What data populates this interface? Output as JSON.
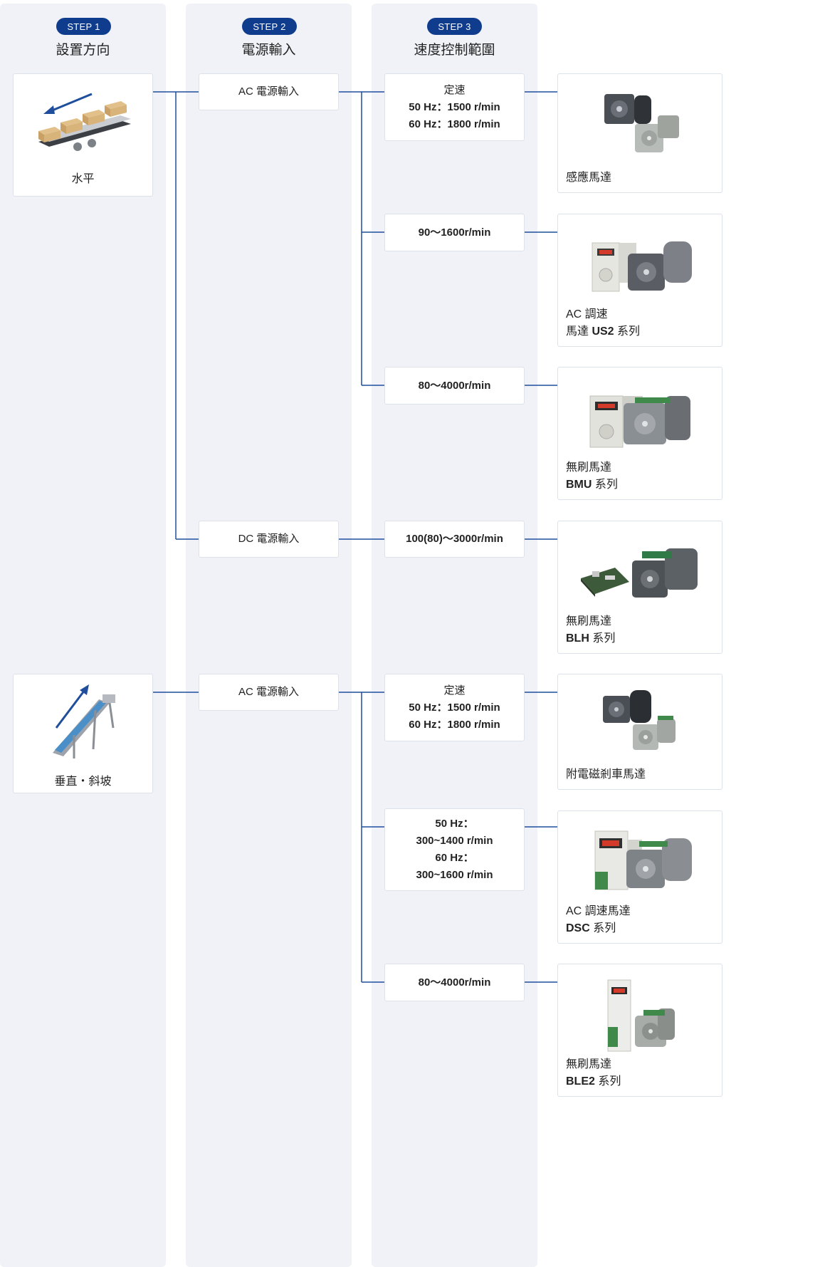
{
  "steps": [
    {
      "badge": "STEP 1",
      "title": "設置方向"
    },
    {
      "badge": "STEP 2",
      "title": "電源輸入"
    },
    {
      "badge": "STEP 3",
      "title": "速度控制範圍"
    }
  ],
  "directions": [
    {
      "label": "水平",
      "icon": "horizontal-conveyor-icon"
    },
    {
      "label": "垂直・斜坡",
      "icon": "incline-conveyor-icon"
    }
  ],
  "power": [
    {
      "label": "AC 電源輸入"
    },
    {
      "label": "DC 電源輸入"
    },
    {
      "label": "AC 電源輸入"
    }
  ],
  "speeds": [
    {
      "lines": [
        "定速",
        "50 Hz：1500 r/min",
        "60 Hz：1800 r/min"
      ]
    },
    {
      "lines": [
        "90～1600r/min"
      ]
    },
    {
      "lines": [
        "80～4000r/min"
      ]
    },
    {
      "lines": [
        "100(80)～3000r/min"
      ]
    },
    {
      "lines": [
        "定速",
        "50 Hz：1500 r/min",
        "60 Hz：1800 r/min"
      ]
    },
    {
      "lines": [
        "50 Hz：",
        "300~1400 r/min",
        "60 Hz：",
        "300~1600 r/min"
      ]
    },
    {
      "lines": [
        "80～4000r/min"
      ]
    }
  ],
  "products": [
    {
      "line1": "感應馬達",
      "line2_bold": "",
      "line2_rest": "",
      "image": "induction-motor-image"
    },
    {
      "line1": "AC 調速",
      "line2_pre": "馬達 ",
      "line2_bold": "US2",
      "line2_rest": " 系列",
      "image": "speed-control-motor-image"
    },
    {
      "line1": "無刷馬達",
      "line2_bold": "BMU",
      "line2_rest": " 系列",
      "image": "brushless-motor-image"
    },
    {
      "line1": "無刷馬達",
      "line2_bold": "BLH",
      "line2_rest": " 系列",
      "image": "brushless-dc-motor-image"
    },
    {
      "line1": "附電磁剎車馬達",
      "line2_bold": "",
      "line2_rest": "",
      "image": "brake-motor-image"
    },
    {
      "line1": "AC 調速馬達",
      "line2_bold": "DSC",
      "line2_rest": " 系列",
      "image": "dsc-motor-image"
    },
    {
      "line1": "無刷馬達",
      "line2_bold": "BLE2",
      "line2_rest": " 系列",
      "image": "ble2-motor-image"
    }
  ],
  "colors": {
    "badge": "#0f3c8c",
    "connector": "#1f4e9c",
    "column": "#f0f2f7"
  }
}
